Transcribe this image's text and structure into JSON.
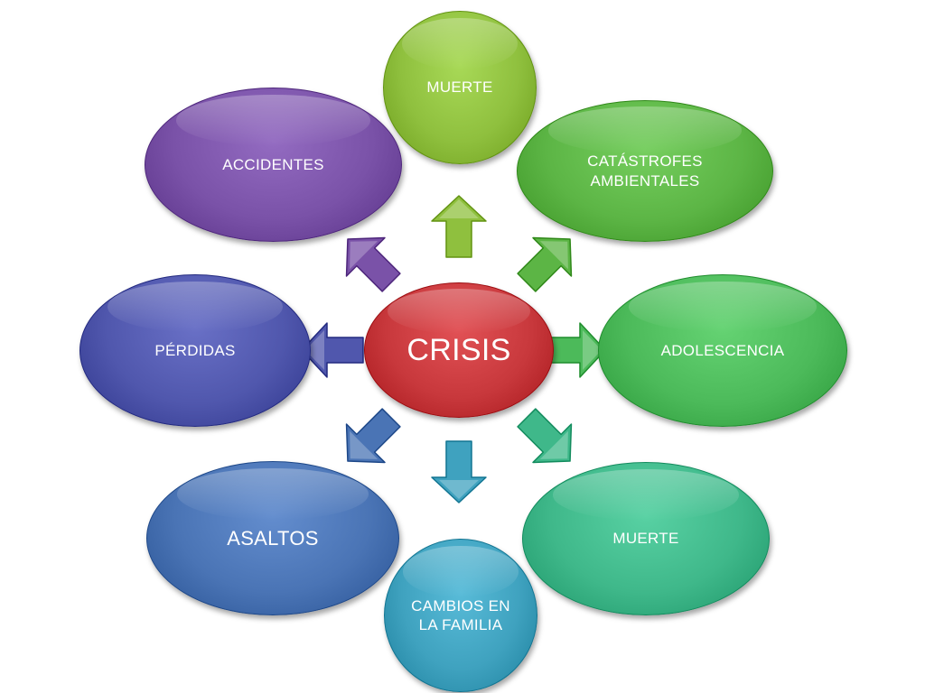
{
  "center": {
    "label": "CRISIS",
    "color": "#c8383c"
  },
  "nodes": [
    {
      "label": "MUERTE",
      "color": "#8fc03e"
    },
    {
      "label": "CATÁSTROFES\nAMBIENTALES",
      "color": "#5cb545"
    },
    {
      "label": "ADOLESCENCIA",
      "color": "#4cba5a"
    },
    {
      "label": "MUERTE",
      "color": "#3fb88a"
    },
    {
      "label": "CAMBIOS EN\nLA FAMILIA",
      "color": "#3fa2bf"
    },
    {
      "label": "ASALTOS",
      "color": "#4a74b5"
    },
    {
      "label": "PÉRDIDAS",
      "color": "#5057ad"
    },
    {
      "label": "ACCIDENTES",
      "color": "#7a52a8"
    }
  ],
  "arrow_colors": [
    "#8fc03e",
    "#5cb545",
    "#4cba5a",
    "#3fb88a",
    "#3fa2bf",
    "#4a74b5",
    "#5057ad",
    "#7a52a8"
  ]
}
